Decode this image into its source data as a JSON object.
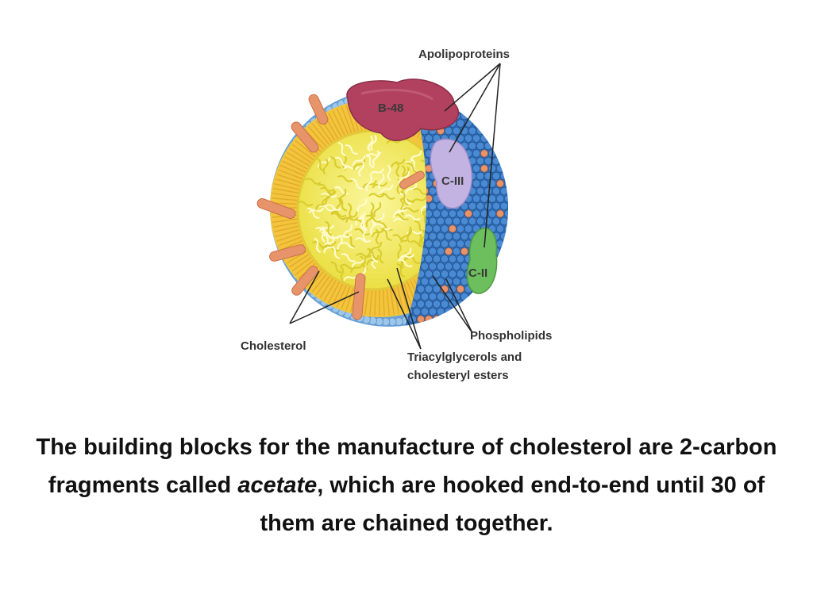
{
  "diagram": {
    "labels": {
      "apolipoproteins": "Apolipoproteins",
      "b48": "B-48",
      "c3": "C-III",
      "c2": "C-II",
      "cholesterol": "Cholesterol",
      "phospholipids": "Phospholipids",
      "triacyl_line1": "Triacylglycerols and",
      "triacyl_line2": "cholesteryl esters"
    },
    "colors": {
      "core": "#f2ec4a",
      "shell": "#f3c43c",
      "phospholipid_heads": "#3d7fc6",
      "cholesterol": "#e8946a",
      "b48": "#b2415f",
      "c3": "#c3b3e2",
      "c2": "#6dbf5e"
    }
  },
  "caption": {
    "part1": "The building blocks for the manufacture of cholesterol are 2-carbon fragments called ",
    "emphasis": "acetate",
    "part2": ", which are hooked end-to-end until 30 of them are chained together."
  }
}
